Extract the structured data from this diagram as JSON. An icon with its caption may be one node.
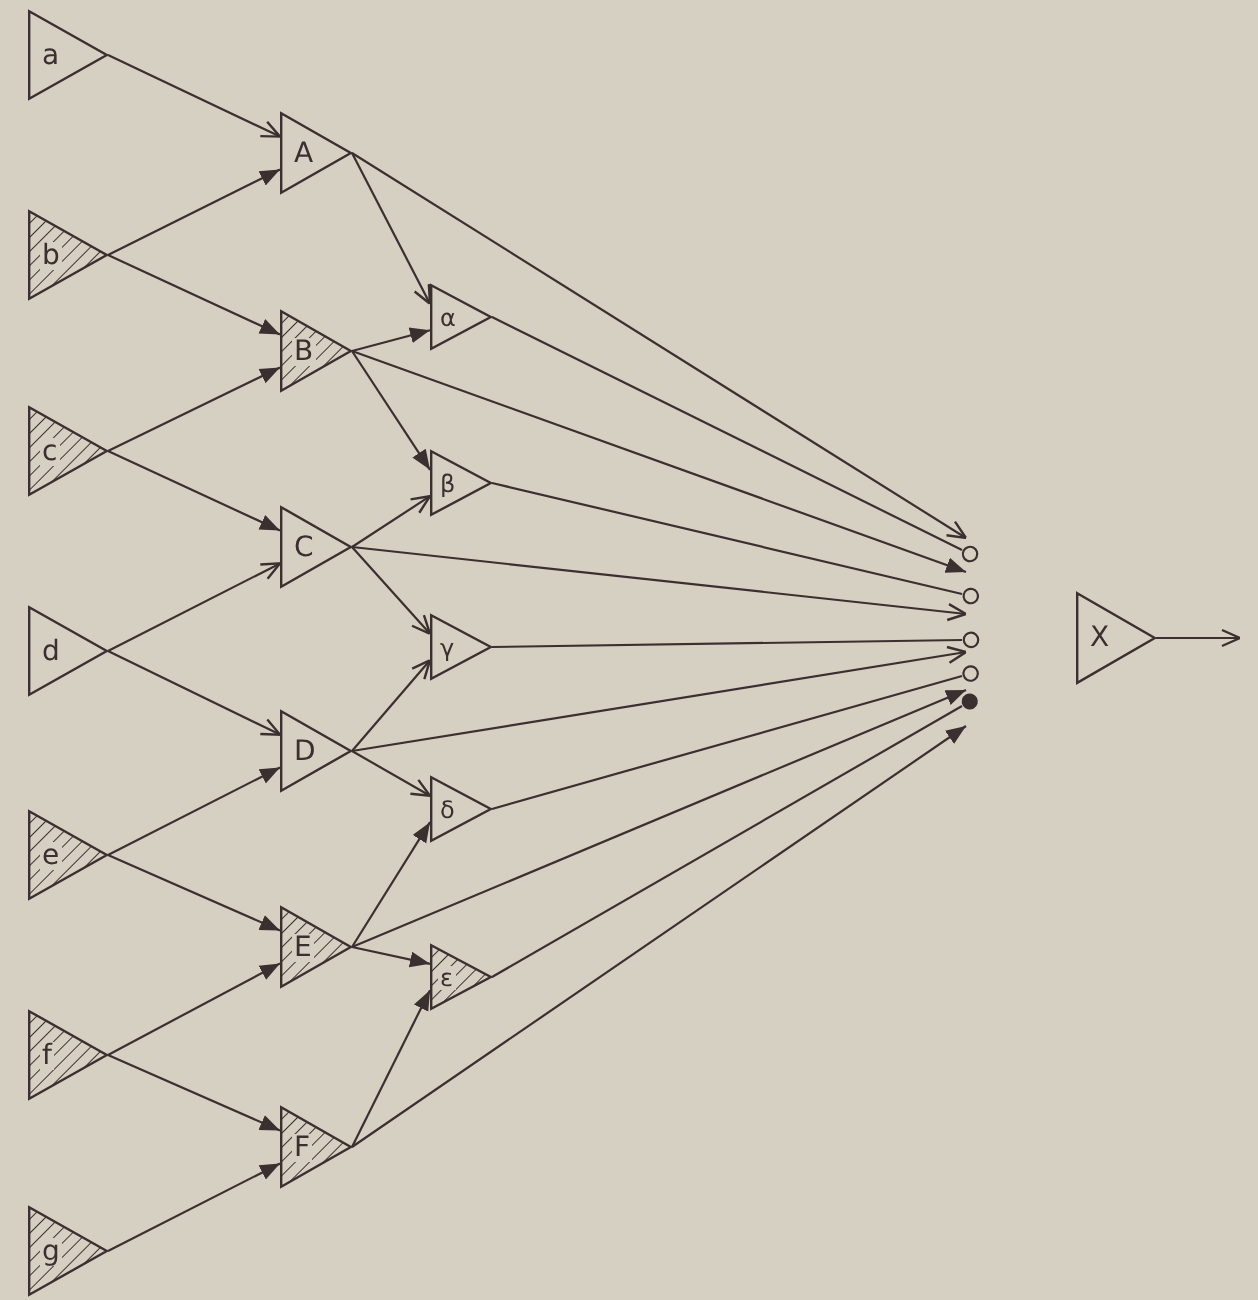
{
  "diagram": {
    "nodes": [
      {
        "text": [
          "a"
        ]
      },
      {
        "text": [
          "b"
        ]
      },
      {
        "text": [
          "c"
        ]
      },
      {
        "text": [
          "d"
        ]
      },
      {
        "text": [
          "e"
        ]
      },
      {
        "text": [
          "f"
        ]
      },
      {
        "text": [
          "g"
        ]
      },
      {
        "text": [
          "A"
        ]
      },
      {
        "text": [
          "B"
        ]
      },
      {
        "text": [
          "C"
        ]
      },
      {
        "text": [
          "D"
        ]
      },
      {
        "text": [
          "E"
        ]
      },
      {
        "text": [
          "F"
        ]
      },
      {
        "text": [
          "α"
        ]
      },
      {
        "text": [
          "β"
        ]
      },
      {
        "text": [
          "γ"
        ]
      },
      {
        "text": [
          "δ"
        ]
      },
      {
        "text": [
          "ε"
        ]
      },
      {
        "text": [
          "X"
        ]
      }
    ],
    "edges": [
      {
        "from": 0,
        "to": 7,
        "arrow": "to"
      },
      {
        "from": 1,
        "to": 7,
        "arrow": "to"
      },
      {
        "from": 1,
        "to": 8,
        "arrow": "to"
      },
      {
        "from": 2,
        "to": 8,
        "arrow": "to"
      },
      {
        "from": 2,
        "to": 9,
        "arrow": "to"
      },
      {
        "from": 3,
        "to": 9,
        "arrow": "to"
      },
      {
        "from": 3,
        "to": 10,
        "arrow": "to"
      },
      {
        "from": 4,
        "to": 10,
        "arrow": "to"
      },
      {
        "from": 4,
        "to": 11,
        "arrow": "to"
      },
      {
        "from": 5,
        "to": 11,
        "arrow": "to"
      },
      {
        "from": 5,
        "to": 12,
        "arrow": "to"
      },
      {
        "from": 6,
        "to": 12,
        "arrow": "to"
      },
      {
        "from": 7,
        "to": 13,
        "arrow": "to"
      },
      {
        "from": 8,
        "to": 13,
        "arrow": "to"
      },
      {
        "from": 8,
        "to": 14,
        "arrow": "to"
      },
      {
        "from": 9,
        "to": 14,
        "arrow": "to"
      },
      {
        "from": 9,
        "to": 15,
        "arrow": "to"
      },
      {
        "from": 10,
        "to": 15,
        "arrow": "to"
      },
      {
        "from": 10,
        "to": 16,
        "arrow": "to"
      },
      {
        "from": 11,
        "to": 16,
        "arrow": "to"
      },
      {
        "from": 11,
        "to": 17,
        "arrow": "to"
      },
      {
        "from": 12,
        "to": 17,
        "arrow": "to"
      },
      {
        "from": 7,
        "to": null,
        "arrow": "to"
      },
      {
        "from": 13,
        "to": null,
        "arrow": "other"
      },
      {
        "from": 8,
        "to": null,
        "arrow": "to"
      },
      {
        "from": 14,
        "to": null,
        "arrow": "other"
      },
      {
        "from": 9,
        "to": null,
        "arrow": "to"
      },
      {
        "from": 15,
        "to": null,
        "arrow": "other"
      },
      {
        "from": 10,
        "to": null,
        "arrow": "to"
      },
      {
        "from": 16,
        "to": null,
        "arrow": "other"
      },
      {
        "from": 11,
        "to": null,
        "arrow": "to"
      },
      {
        "from": 17,
        "to": null,
        "arrow": "other"
      },
      {
        "from": 12,
        "to": null,
        "arrow": "to"
      },
      {
        "from": 18,
        "to": null,
        "arrow": "to"
      }
    ]
  }
}
